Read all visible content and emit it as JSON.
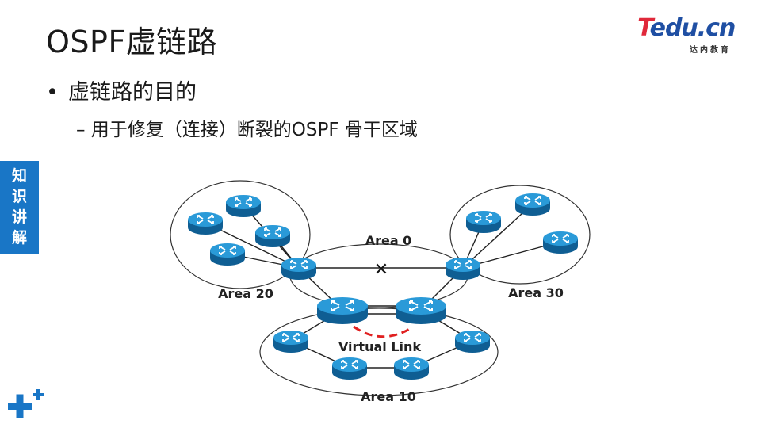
{
  "slide": {
    "title": "OSPF虚链路",
    "bullet1": "虚链路的目的",
    "bullet2": "– 用于修复（连接）断裂的OSPF 骨干区域",
    "side_tab": "知识讲解"
  },
  "logo": {
    "brand_t": "T",
    "brand_rest": "edu.cn",
    "subtitle": "达内教育"
  },
  "diagram": {
    "areas": {
      "area0": "Area 0",
      "area20": "Area 20",
      "area30": "Area 30",
      "area10": "Area 10"
    },
    "virtual_link": "Virtual Link",
    "broken_mark": "✕"
  },
  "colors": {
    "router": "#1b86c9",
    "accent_tab": "#1976c6",
    "virtual_link": "#e02020",
    "logo_red": "#e0283a",
    "logo_blue": "#1f4fa3"
  }
}
